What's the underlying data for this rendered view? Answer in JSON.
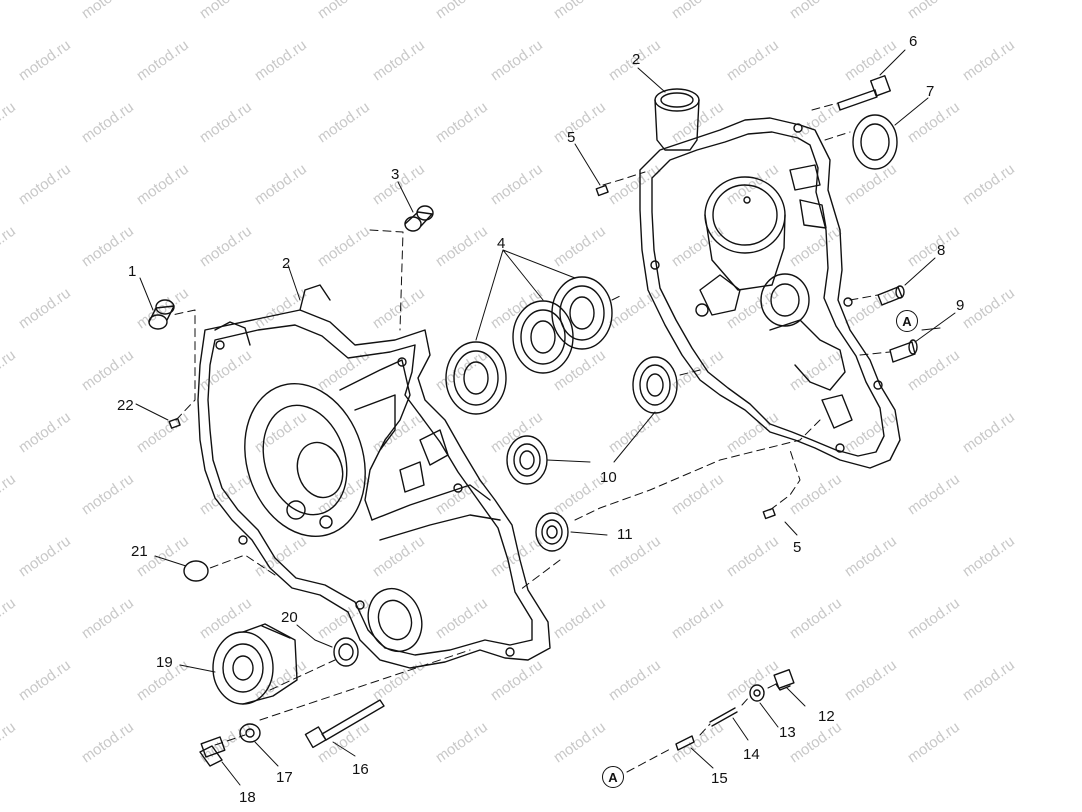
{
  "watermark": "motod.ru",
  "callouts": [
    {
      "id": "1",
      "label": "1"
    },
    {
      "id": "2a",
      "label": "2"
    },
    {
      "id": "2b",
      "label": "2"
    },
    {
      "id": "3",
      "label": "3"
    },
    {
      "id": "4",
      "label": "4"
    },
    {
      "id": "5a",
      "label": "5"
    },
    {
      "id": "5b",
      "label": "5"
    },
    {
      "id": "6",
      "label": "6"
    },
    {
      "id": "7",
      "label": "7"
    },
    {
      "id": "8",
      "label": "8"
    },
    {
      "id": "9",
      "label": "9"
    },
    {
      "id": "10",
      "label": "10"
    },
    {
      "id": "11",
      "label": "11"
    },
    {
      "id": "12",
      "label": "12"
    },
    {
      "id": "13",
      "label": "13"
    },
    {
      "id": "14",
      "label": "14"
    },
    {
      "id": "15",
      "label": "15"
    },
    {
      "id": "16",
      "label": "16"
    },
    {
      "id": "17",
      "label": "17"
    },
    {
      "id": "18",
      "label": "18"
    },
    {
      "id": "19",
      "label": "19"
    },
    {
      "id": "20",
      "label": "20"
    },
    {
      "id": "21",
      "label": "21"
    },
    {
      "id": "22",
      "label": "22"
    }
  ],
  "reference_marks": {
    "a_upper": "A",
    "a_lower": "A"
  },
  "colors": {
    "line": "#111111",
    "watermark": "#c8c8c8",
    "background": "#ffffff"
  }
}
